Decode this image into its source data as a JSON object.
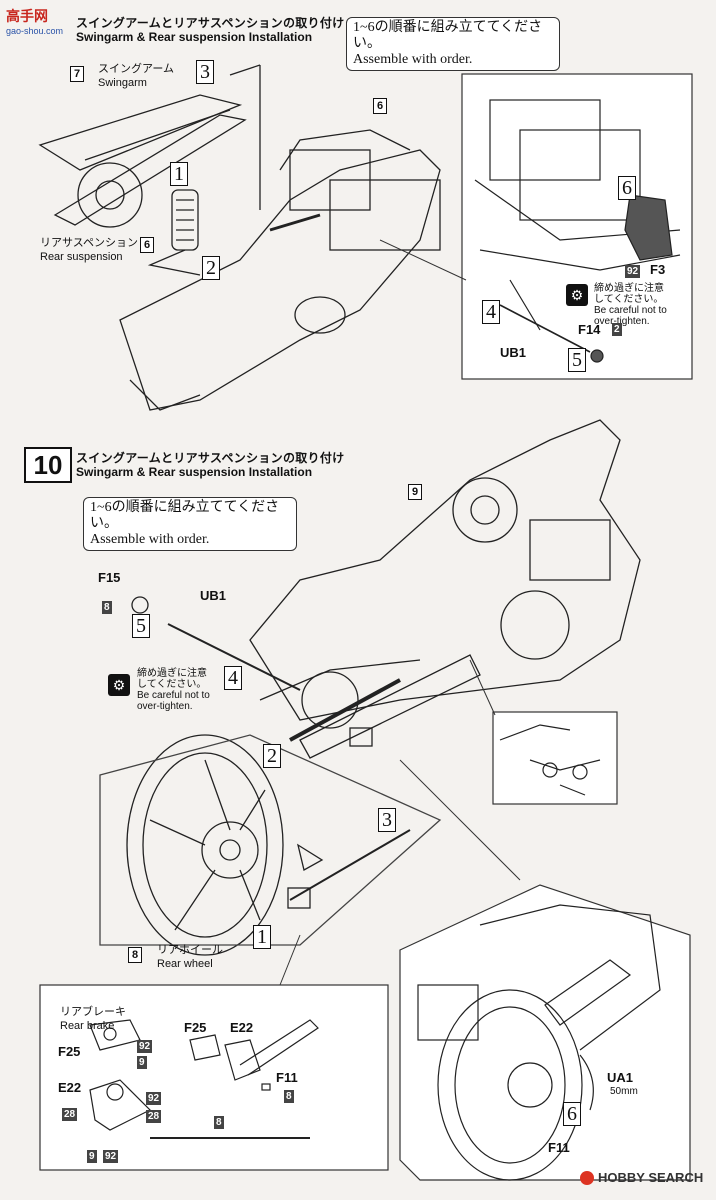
{
  "watermark_top": {
    "logo_text": "高手网",
    "url": "gao-shou.com"
  },
  "watermark_bottom": {
    "logo_text": "HOBBY SEARCH"
  },
  "step9": {
    "title_jp": "スイングアームとリアサスペンションの取り付け",
    "title_en": "Swingarm & Rear suspension Installation",
    "note_line1": "1~6の順番に組み立ててください。",
    "note_line2": "Assemble with order.",
    "swingarm": {
      "num": "7",
      "jp": "スイングアーム",
      "en": "Swingarm"
    },
    "rear_susp": {
      "num": "6",
      "jp": "リアサスペンション",
      "en": "Rear suspension"
    },
    "frame_num": "6",
    "inset_num": "6",
    "parts": {
      "f3": "F3",
      "f3_badge": "92",
      "ub1": "UB1",
      "f14": "F14",
      "f14_badge": "2"
    },
    "caution_jp1": "締め過ぎに注意",
    "caution_jp2": "してください。",
    "caution_en1": "Be careful not to",
    "caution_en2": "over-tighten.",
    "order": [
      "1",
      "2",
      "3",
      "4",
      "5"
    ]
  },
  "step10": {
    "step_no": "10",
    "title_jp": "スイングアームとリアサスペンションの取り付け",
    "title_en": "Swingarm & Rear suspension Installation",
    "note_line1": "1~6の順番に組み立ててください。",
    "note_line2": "Assemble with order.",
    "frame_num": "9",
    "parts": {
      "f15": "F15",
      "f15_badge": "8",
      "ub1": "UB1",
      "ua1": "UA1",
      "ua1_len": "50mm",
      "f11": "F11"
    },
    "caution_jp1": "締め過ぎに注意",
    "caution_jp2": "してください。",
    "caution_en1": "Be careful not to",
    "caution_en2": "over-tighten.",
    "rear_wheel": {
      "num": "8",
      "jp": "リアホイール",
      "en": "Rear wheel"
    },
    "rear_brake": {
      "jp": "リアブレーキ",
      "en": "Rear brake"
    },
    "brake_parts": {
      "f25": "F25",
      "f25_b1": "92",
      "f25_b2": "9",
      "e22": "E22",
      "e22_b1": "92",
      "e22_b2": "28",
      "e22_b3": "28",
      "e22_b4": "9",
      "e22_b5": "92",
      "f25b": "F25",
      "e22b": "E22",
      "f11": "F11",
      "f11_badge": "8",
      "rod_badge": "8"
    },
    "order": [
      "1",
      "2",
      "3",
      "4",
      "5",
      "6"
    ]
  }
}
